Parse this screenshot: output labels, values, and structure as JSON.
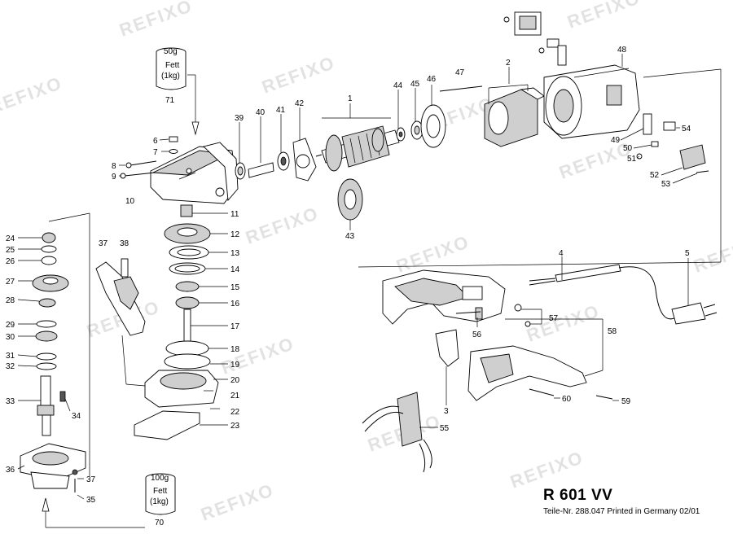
{
  "model": "R 601 VV",
  "parts_line": "Teile-Nr. 288.047 Printed in Germany 02/01",
  "watermark": "REFIXO",
  "grease_top": {
    "amount": "50g",
    "kind": "Fett",
    "pack": "(1kg)",
    "ref": "71"
  },
  "grease_bottom": {
    "amount": "100g",
    "kind": "Fett",
    "pack": "(1kg)",
    "ref": "70"
  },
  "callouts": {
    "p1": "1",
    "p2": "2",
    "p3": "3",
    "p4": "4",
    "p5": "5",
    "p6": "6",
    "p7": "7",
    "p8": "8",
    "p9": "9",
    "p10": "10",
    "p11": "11",
    "p12": "12",
    "p13": "13",
    "p14": "14",
    "p15": "15",
    "p16": "16",
    "p17": "17",
    "p18": "18",
    "p19": "19",
    "p20": "20",
    "p21": "21",
    "p22": "22",
    "p23": "23",
    "p24": "24",
    "p25": "25",
    "p26": "26",
    "p27": "27",
    "p28": "28",
    "p29": "29",
    "p30": "30",
    "p31": "31",
    "p32": "32",
    "p33": "33",
    "p34": "34",
    "p35": "35",
    "p36": "36",
    "p37a": "37",
    "p37b": "37",
    "p38": "38",
    "p39": "39",
    "p40": "40",
    "p41": "41",
    "p42": "42",
    "p43": "43",
    "p44": "44",
    "p45": "45",
    "p46": "46",
    "p47": "47",
    "p48": "48",
    "p49": "49",
    "p50": "50",
    "p51": "51",
    "p52": "52",
    "p53": "53",
    "p54": "54",
    "p55": "55",
    "p56": "56",
    "p57": "57",
    "p58": "58",
    "p59": "59",
    "p60": "60"
  }
}
